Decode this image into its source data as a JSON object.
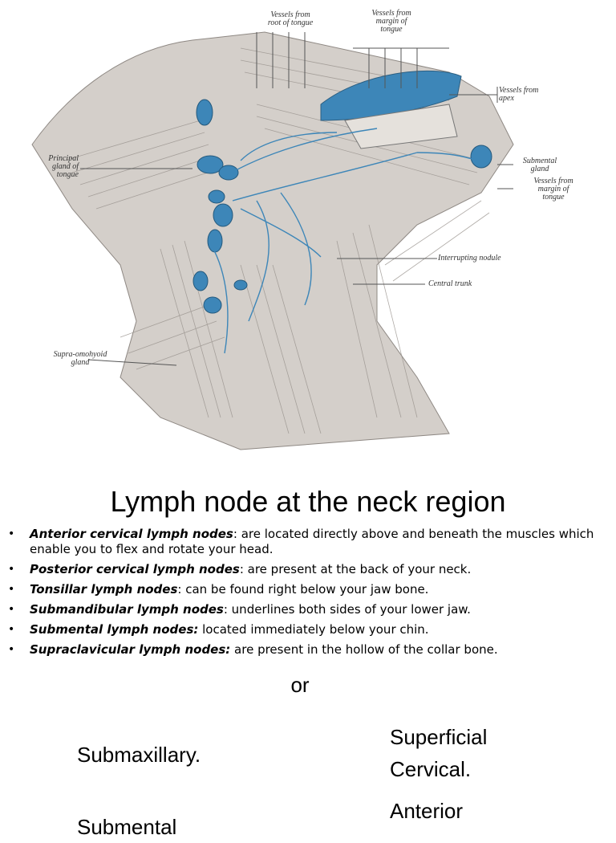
{
  "figure": {
    "callouts": {
      "vessels_root_tongue": "Vessels from\nroot of tongue",
      "vessels_margin_tongue_top": "Vessels from\nmargin of\ntongue",
      "vessels_apex": "Vessels from\napex",
      "principal_gland": "Principal\ngland of\ntongue",
      "submental_gland": "Submental\ngland",
      "vessels_margin_tongue_right": "Vessels from\nmargin of\ntongue",
      "interrupting_nodule": "Interrupting nodule",
      "central_trunk": "Central trunk",
      "supraomohyoid_gland": "Supra-omohyoid\ngland"
    },
    "colors": {
      "lymph": "#3d86b8",
      "muscle": "#b7b1ab",
      "ink": "#555555"
    }
  },
  "title": "Lymph node at the neck region",
  "bullets": [
    {
      "term": "Anterior cervical lymph nodes",
      "sep": ":",
      "text": " are located directly above and beneath the muscles which enable you to flex and rotate your head."
    },
    {
      "term": "Posterior cervical lymph nodes",
      "sep": ":",
      "text": " are present at the back of your neck."
    },
    {
      "term": "Tonsillar lymph nodes",
      "sep": ":",
      "text": " can be found right below your jaw bone."
    },
    {
      "term": "Submandibular lymph nodes",
      "sep": ":",
      "text": " underlines both sides of your lower jaw."
    },
    {
      "term": "Submental lymph nodes",
      "sep": ":",
      "text": " located immediately below your chin."
    },
    {
      "term": "Supraclavicular lymph nodes",
      "sep": ":",
      "text": " are present in the hollow of the collar bone."
    }
  ],
  "or_word": "or",
  "names": {
    "submaxillary": "Submaxillary.",
    "superficial_cervical": "Superficial\nCervical.",
    "submental_partial": "Submental",
    "anterior_partial": "Anterior"
  }
}
